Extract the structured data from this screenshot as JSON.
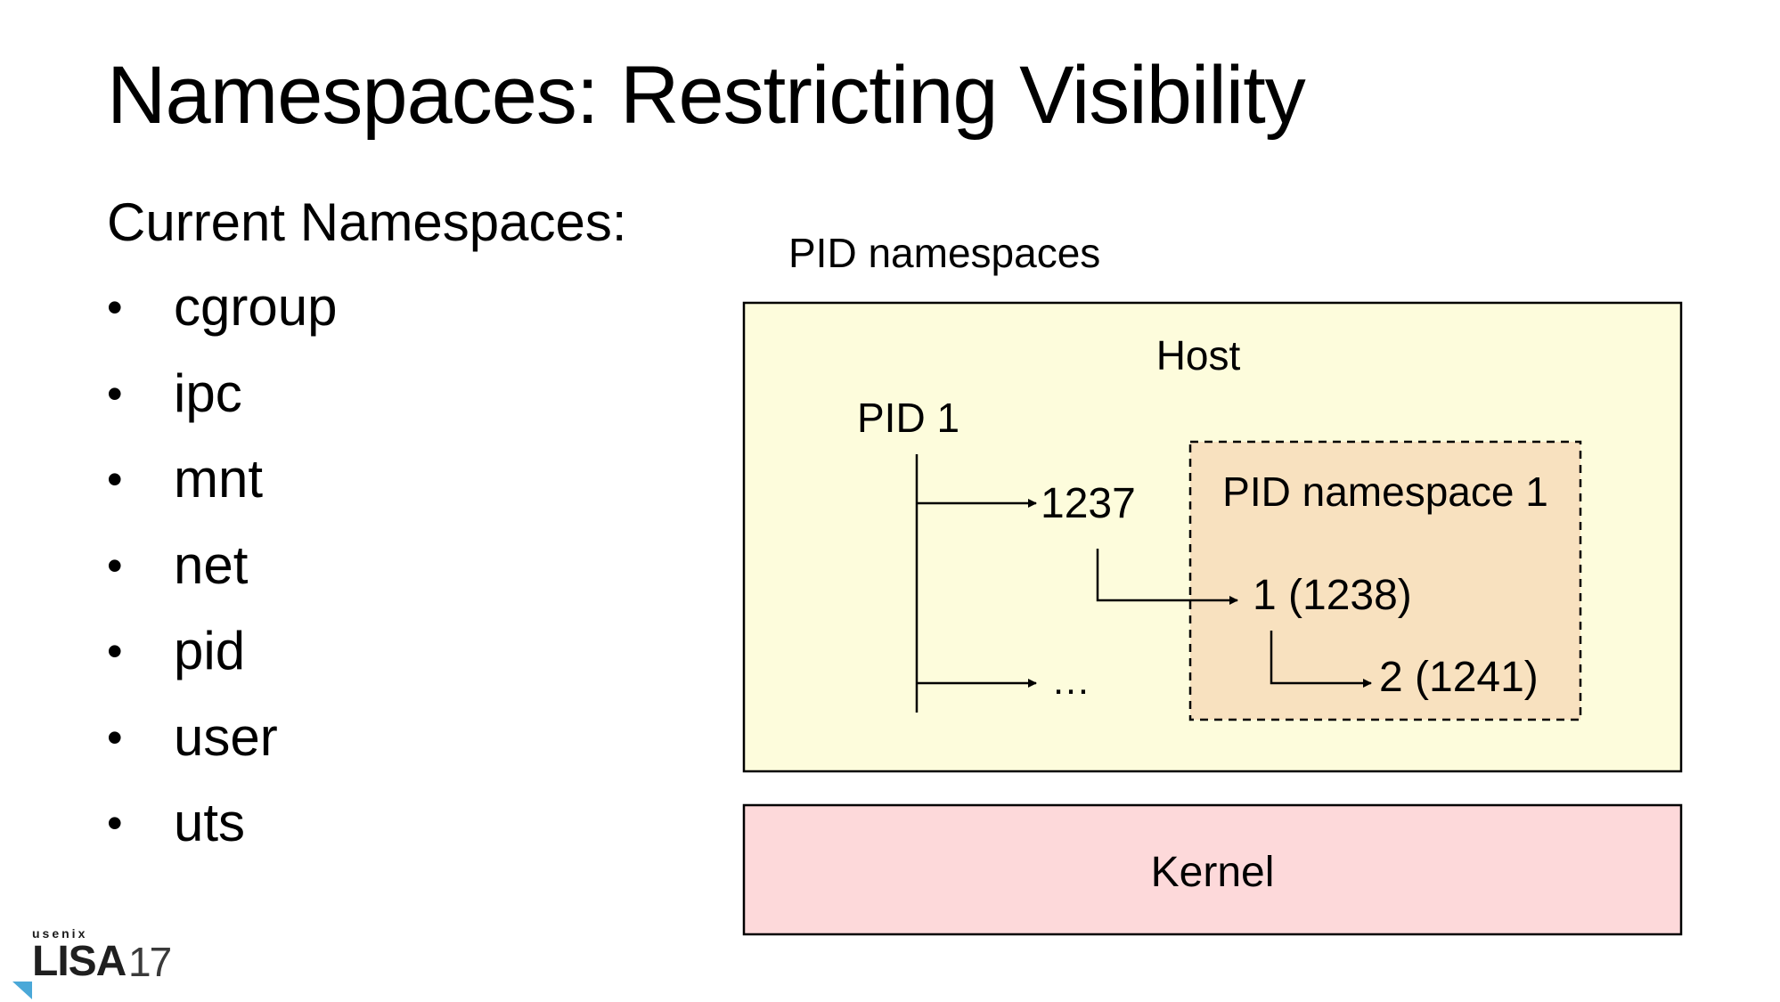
{
  "slide": {
    "title": "Namespaces: Restricting Visibility",
    "list_heading": "Current Namespaces:",
    "namespaces": [
      "cgroup",
      "ipc",
      "mnt",
      "net",
      "pid",
      "user",
      "uts"
    ],
    "bullet": "•"
  },
  "diagram": {
    "caption": "PID namespaces",
    "host_label": "Host",
    "pid1_label": "PID 1",
    "child_1237": "1237",
    "child_more": "…",
    "inner_namespace_label": "PID namespace 1",
    "inner_pid1": "1 (1238)",
    "inner_pid2": "2 (1241)",
    "kernel_label": "Kernel",
    "colors": {
      "host_fill": "#fdfcdc",
      "namespace_fill": "#f8e1bf",
      "kernel_fill": "#fdd9da",
      "stroke": "#000000"
    }
  },
  "logo": {
    "brand_small": "usenix",
    "brand_main": "LISA",
    "brand_year": "17",
    "accent_color": "#4aa8d8"
  }
}
